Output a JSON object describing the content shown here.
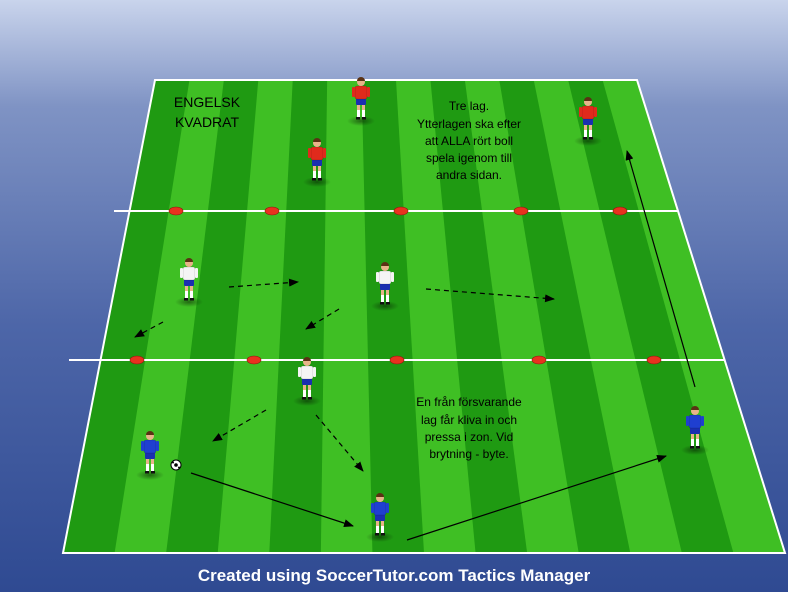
{
  "diagram": {
    "title_line1": "ENGELSK",
    "title_line2": "KVADRAT",
    "note_top": [
      "Tre lag.",
      "Ytterlagen ska efter",
      "att ALLA rört boll",
      "spela igenom  till",
      "andra sidan."
    ],
    "note_bottom": [
      "En från försvarande",
      "lag får kliva in och",
      "pressa i zon. Vid",
      "brytning - byte."
    ],
    "colors": {
      "grass_light": "#3fbf24",
      "grass_dark": "#1f9a12",
      "line": "#ffffff",
      "cone": "#e8321e",
      "team_red_shirt": "#e02a1c",
      "team_red_shorts": "#1a2fb0",
      "team_white_shirt": "#f4f4f4",
      "team_white_shorts": "#1a2fb0",
      "team_blue_shirt": "#1f3fd0",
      "team_blue_shorts": "#1a2fb0"
    },
    "teams": [
      "red",
      "white",
      "blue"
    ]
  },
  "footer": {
    "text": "Created using SoccerTutor.com Tactics Manager"
  }
}
